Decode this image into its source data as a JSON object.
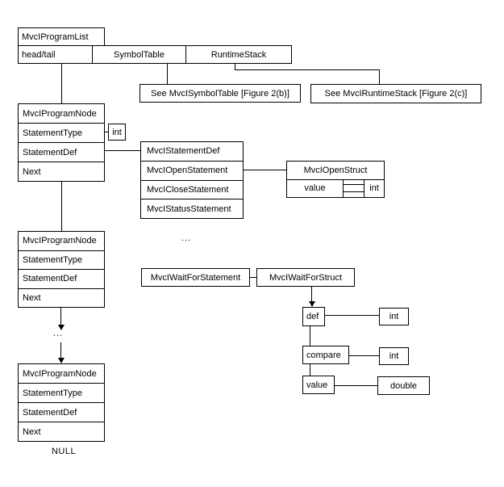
{
  "diagram": {
    "title_box": "MvcIProgramList",
    "head_tail": "head/tail",
    "symbol_table": "SymbolTable",
    "runtime_stack": "RuntimeStack",
    "see_symbol_table": "See MvcISymbolTable [Figure 2(b)]",
    "see_runtime_stack": "See MvcIRuntimeStack [Figure 2(c)]",
    "program_node": {
      "title": "MvcIProgramNode",
      "statement_type": "StatementType",
      "statement_def": "StatementDef",
      "next": "Next"
    },
    "statement_def_union": {
      "title": "MvcIStatementDef",
      "open": "MvcIOpenStatement",
      "close": "MvcICloseStatement",
      "status": "MvcIStatusStatement"
    },
    "open_struct": {
      "title": "MvcIOpenStruct",
      "value_field": "value",
      "value_type": "int"
    },
    "wait_for_statement": "MvcIWaitForStatement",
    "wait_for_struct": "MvcIWaitForStruct",
    "wait_fields": {
      "def": {
        "name": "def",
        "type": "int"
      },
      "compare": {
        "name": "compare",
        "type": "int"
      },
      "value": {
        "name": "value",
        "type": "double"
      }
    },
    "int_type": "int",
    "ellipsis": "...",
    "null_label": "NULL",
    "colors": {
      "line": "#000000",
      "background": "#ffffff"
    }
  }
}
